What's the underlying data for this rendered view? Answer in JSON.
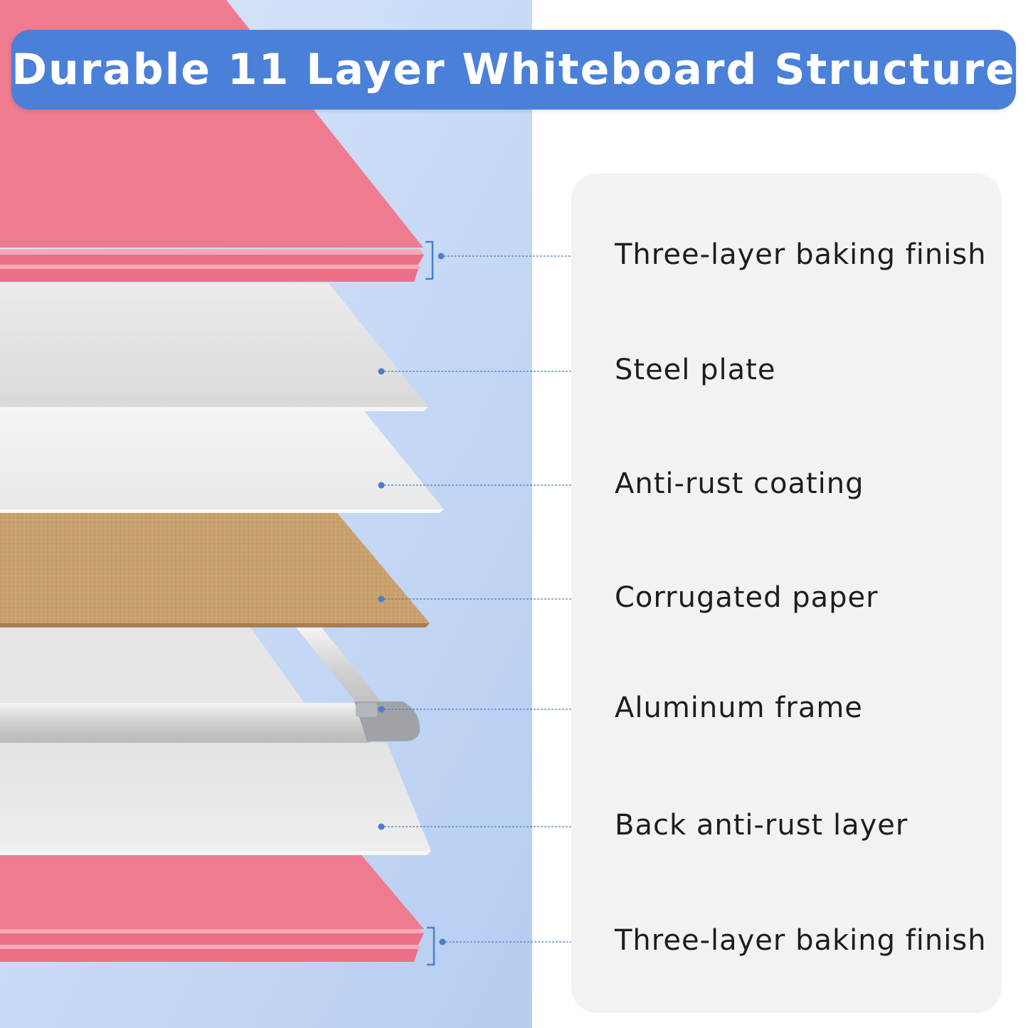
{
  "title": "Durable 11 Layer Whiteboard Structure",
  "colors": {
    "title_bar": "#4a80d8",
    "panel": "#f2f2f2",
    "backdrop": "#c8daf6",
    "leader_line": "#4a7fc8",
    "pink_layer": "#ee7b90",
    "pink_edge": "#f7a9b6",
    "kraft_layer": "#c9a16f"
  },
  "layers": [
    {
      "label": "Three-layer baking finish",
      "marker": "bracket"
    },
    {
      "label": "Steel plate",
      "marker": "dot"
    },
    {
      "label": "Anti-rust coating",
      "marker": "dot"
    },
    {
      "label": "Corrugated paper",
      "marker": "dot"
    },
    {
      "label": "Aluminum frame",
      "marker": "dot"
    },
    {
      "label": "Back anti-rust layer",
      "marker": "dot"
    },
    {
      "label": "Three-layer baking finish",
      "marker": "bracket"
    }
  ]
}
